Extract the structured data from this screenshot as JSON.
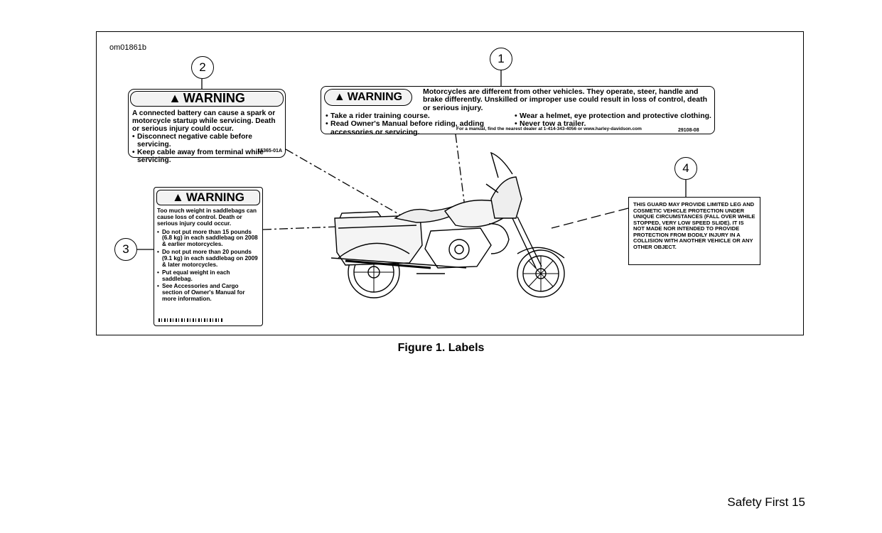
{
  "figure": {
    "id": "om01861b",
    "caption": "Figure 1. Labels",
    "callouts": [
      "1",
      "2",
      "3",
      "4"
    ]
  },
  "label1": {
    "heading": "WARNING",
    "main_text": "Motorcycles are different from other vehicles. They operate, steer, handle and brake differently. Unskilled or improper use could result in loss of control, death or serious injury.",
    "left_bullets": [
      "Take a rider training course.",
      "Read Owner's Manual before riding, adding accessories or servicing."
    ],
    "right_bullets": [
      "Wear a helmet, eye protection and protective clothing.",
      "Never tow a trailer."
    ],
    "footer": "For a manual, find the nearest dealer at 1-414-343-4056 or www.harley-davidson.com",
    "code": "29108-08"
  },
  "label2": {
    "heading": "WARNING",
    "text": "A connected battery can cause a spark or motorcycle startup while servicing. Death or serious injury could occur.",
    "bullets": [
      "Disconnect negative cable before servicing.",
      "Keep cable away from terminal while servicing."
    ],
    "code": "15365-01A"
  },
  "label3": {
    "heading": "WARNING",
    "text": "Too much weight in saddlebags can cause loss of control. Death or serious injury could occur.",
    "bullets": [
      "Do not put more than 15 pounds (6.8 kg) in each saddlebag on 2008 & earlier motorcycles.",
      "Do not put more than 20 pounds (9.1 kg) in each saddlebag on 2009 & later motorcycles.",
      "Put equal weight in each saddlebag.",
      "See Accessories and Cargo section of Owner's Manual for more information."
    ]
  },
  "label4": {
    "text": "THIS GUARD MAY PROVIDE LIMITED LEG AND COSMETIC VEHICLE PROTECTION UNDER UNIQUE CIRCUMSTANCES (FALL OVER WHILE STOPPED, VERY LOW SPEED SLIDE). IT IS NOT MADE NOR INTENDED TO PROVIDE PROTECTION FROM BODILY INJURY IN A COLLISION WITH ANOTHER VEHICLE OR ANY OTHER OBJECT."
  },
  "footer": {
    "page_label": "Safety First 15"
  }
}
